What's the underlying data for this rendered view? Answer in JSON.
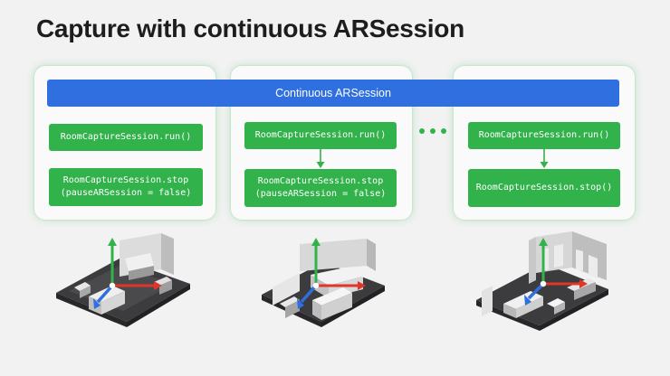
{
  "title": "Capture with continuous ARSession",
  "ar_session_label": "Continuous ARSession",
  "columns": [
    {
      "run_label": "RoomCaptureSession.run()",
      "stop_label": "RoomCaptureSession.stop\n(pauseARSession = false)"
    },
    {
      "run_label": "RoomCaptureSession.run()",
      "stop_label": "RoomCaptureSession.stop\n(pauseARSession = false)"
    },
    {
      "run_label": "RoomCaptureSession.run()",
      "stop_label": "RoomCaptureSession.stop()"
    }
  ],
  "colors": {
    "ar_session": "#2f6fe0",
    "capture_box": "#32b24a",
    "axis_x": "#e0352b",
    "axis_y": "#32b24a",
    "axis_z": "#2f6fe0"
  }
}
